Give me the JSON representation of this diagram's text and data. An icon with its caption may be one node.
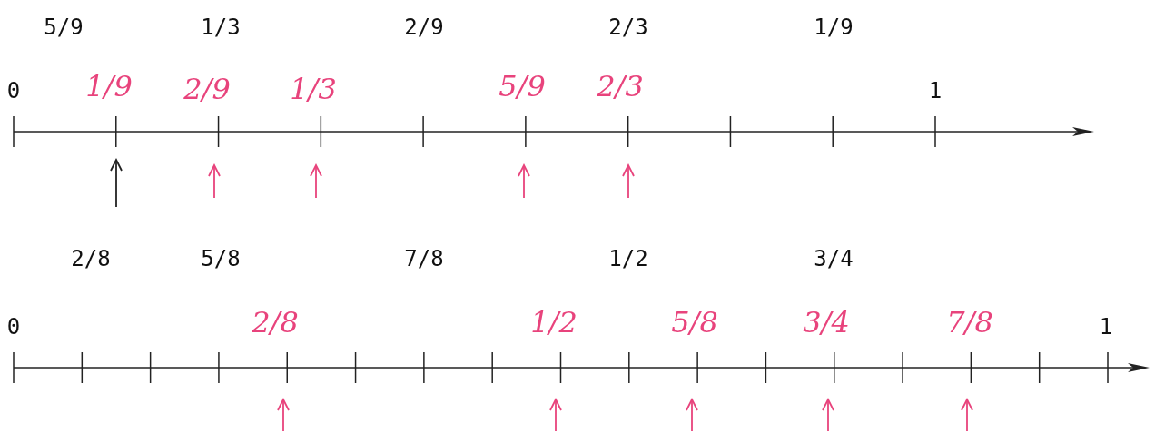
{
  "diagram": {
    "labels": [
      "5/9",
      "1/3",
      "2/9",
      "2/3",
      "1/9",
      "0",
      "1/9",
      "2/9",
      "1/3",
      "5/9",
      "2/3",
      "1",
      "2/8",
      "5/8",
      "7/8",
      "1/2",
      "3/4",
      "0",
      "2/8",
      "1/2",
      "5/8",
      "3/4",
      "7/8",
      "1"
    ]
  }
}
